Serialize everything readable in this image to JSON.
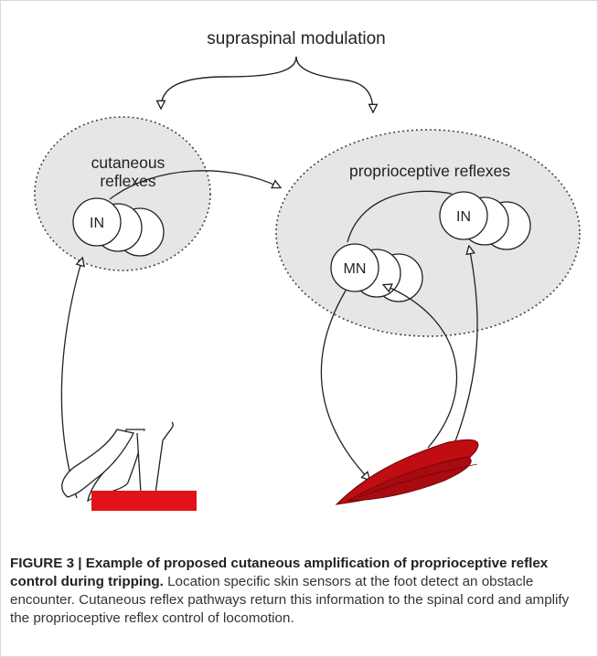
{
  "diagram": {
    "top_label": "supraspinal modulation",
    "left_group_label_line1": "cutaneous",
    "left_group_label_line2": "reflexes",
    "right_group_label": "proprioceptive reflexes",
    "left_neuron_label": "IN",
    "right_top_neuron_label": "IN",
    "motor_neuron_label": "MN",
    "colors": {
      "group_fill": "#e6e6e6",
      "obstacle": "#e3121a",
      "muscle": "#c00d12"
    }
  },
  "caption": {
    "figure_label": "FIGURE 3 | ",
    "title": "Example of proposed cutaneous amplification of proprioceptive reflex control during tripping.",
    "body": " Location specific skin sensors at the foot detect an obstacle encounter. Cutaneous reflex pathways return this information to the spinal cord and amplify the proprioceptive reflex control of locomotion."
  }
}
